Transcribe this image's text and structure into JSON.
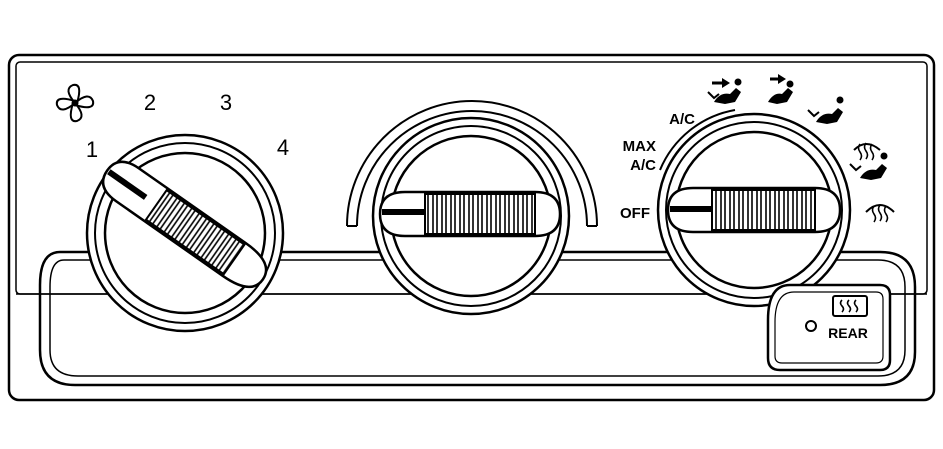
{
  "fan": {
    "icon": "fan-icon",
    "speeds": [
      "1",
      "2",
      "3",
      "4"
    ]
  },
  "temperature": {
    "label": ""
  },
  "mode": {
    "off": "OFF",
    "max_ac_line1": "MAX",
    "max_ac_line2": "A/C",
    "ac": "A/C",
    "icons": [
      "vent-icon",
      "vent-icon",
      "bi-level-icon",
      "floor-icon",
      "defrost-floor-icon",
      "defrost-icon"
    ]
  },
  "rear_defrost": {
    "label": "REAR",
    "icon": "rear-defrost-icon"
  },
  "colors": {
    "line": "#000000",
    "background": "#ffffff"
  }
}
